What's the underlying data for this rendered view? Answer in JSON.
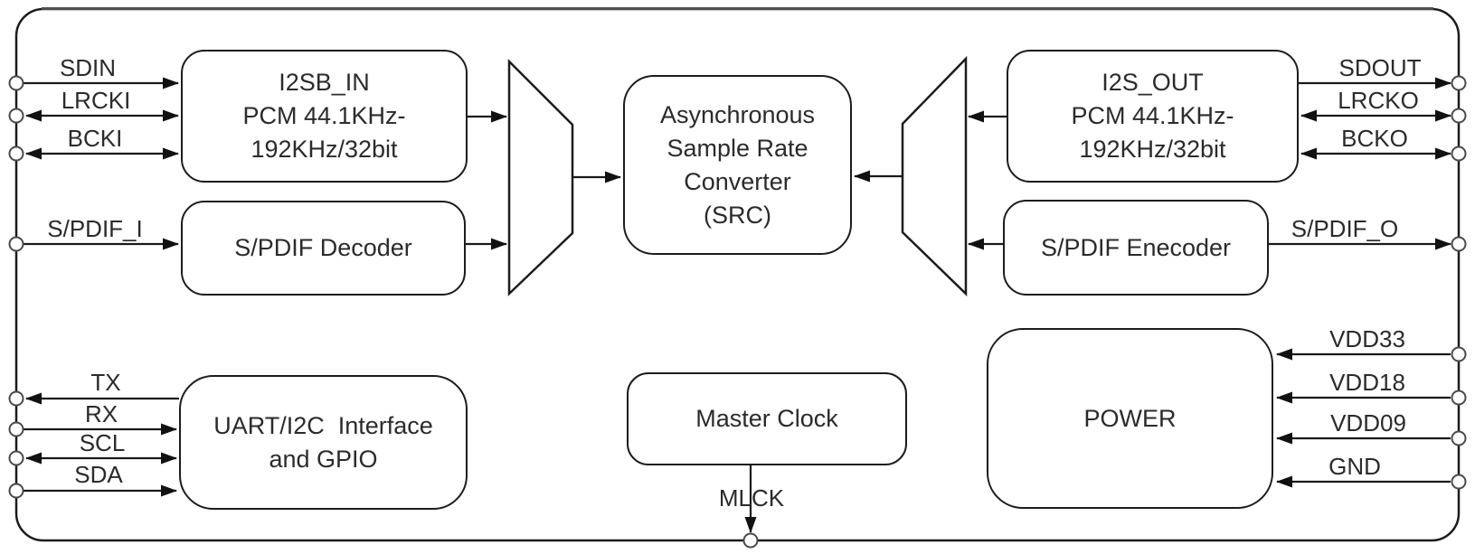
{
  "diagram": {
    "type": "chip-block-diagram",
    "blocks": {
      "i2s_in": {
        "lines": [
          "I2SB_IN",
          "PCM 44.1KHz-",
          "192KHz/32bit"
        ]
      },
      "spdif_decoder": {
        "lines": [
          "S/PDIF Decoder"
        ]
      },
      "src": {
        "lines": [
          "Asynchronous",
          "Sample Rate",
          "Converter",
          "(SRC)"
        ]
      },
      "i2s_out": {
        "lines": [
          "I2S_OUT",
          "PCM 44.1KHz-",
          "192KHz/32bit"
        ]
      },
      "spdif_encoder": {
        "lines": [
          "S/PDIF Enecoder"
        ]
      },
      "uart_gpio": {
        "lines": [
          "UART/I2C  Interface",
          "and GPIO"
        ]
      },
      "master_clock": {
        "lines": [
          "Master Clock"
        ]
      },
      "power": {
        "lines": [
          "POWER"
        ]
      }
    },
    "pins": {
      "left": [
        {
          "label": "SDIN",
          "direction": "in"
        },
        {
          "label": "LRCKI",
          "direction": "bidir"
        },
        {
          "label": "BCKI",
          "direction": "bidir"
        },
        {
          "label": "S/PDIF_I",
          "direction": "in"
        },
        {
          "label": "TX",
          "direction": "out"
        },
        {
          "label": "RX",
          "direction": "in"
        },
        {
          "label": "SCL",
          "direction": "bidir"
        },
        {
          "label": "SDA",
          "direction": "in"
        }
      ],
      "right": [
        {
          "label": "SDOUT",
          "direction": "out"
        },
        {
          "label": "LRCKO",
          "direction": "bidir"
        },
        {
          "label": "BCKO",
          "direction": "bidir"
        },
        {
          "label": "S/PDIF_O",
          "direction": "out"
        },
        {
          "label": "VDD33",
          "direction": "in"
        },
        {
          "label": "VDD18",
          "direction": "in"
        },
        {
          "label": "VDD09",
          "direction": "in"
        },
        {
          "label": "GND",
          "direction": "in"
        }
      ],
      "bottom": [
        {
          "label": "MLCK",
          "direction": "out"
        }
      ]
    },
    "colors": {
      "background": "#ffffff",
      "line": "#1a1a1a",
      "text": "#2b2b2b",
      "terminal_stroke": "#4a4a4a"
    }
  }
}
